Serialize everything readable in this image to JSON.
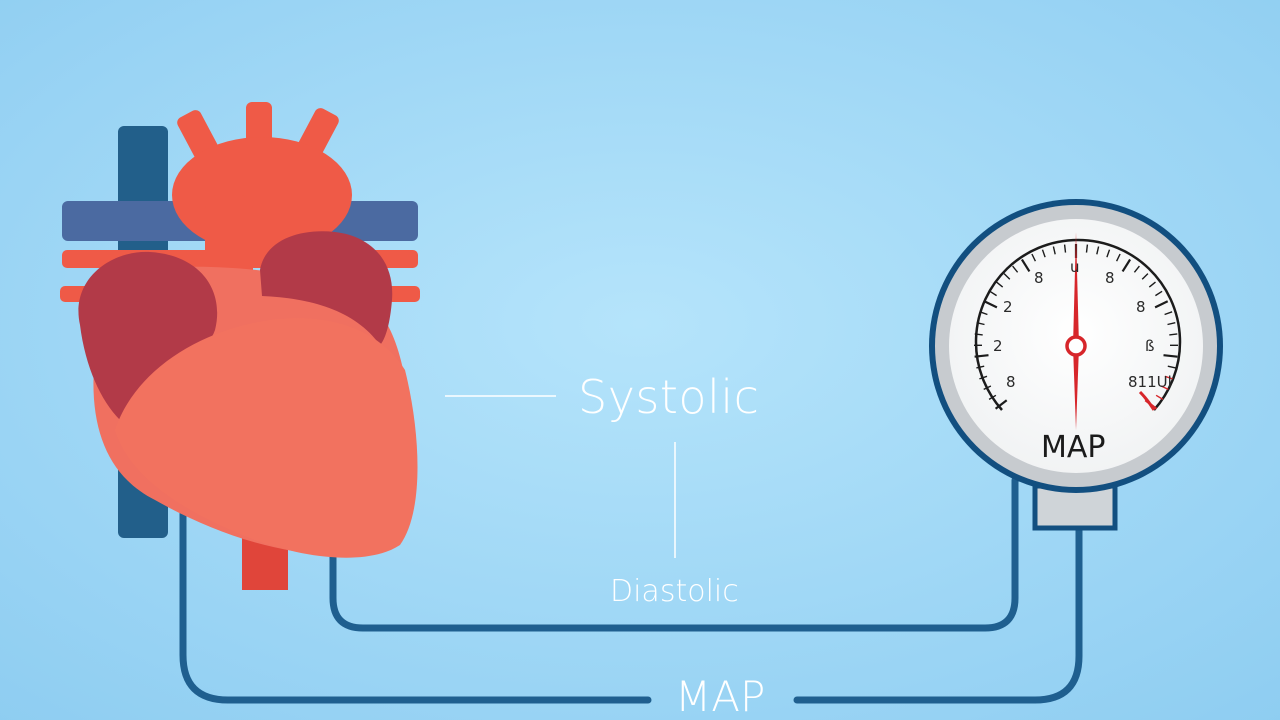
{
  "labels": {
    "systolic": "Systolic",
    "diastolic": "Diastolic",
    "map_bottom": "MAP"
  },
  "gauge": {
    "title": "MAP",
    "tick_labels": [
      "8",
      "2",
      "8",
      "2",
      "8",
      "8",
      "ß",
      "8",
      "ß",
      "8",
      "8",
      "8",
      "8",
      "811Ul"
    ],
    "face_labels": {
      "top_left": "8",
      "top_center": "u",
      "top_right": "8",
      "upper_left": "2",
      "upper_right": "8",
      "mid_left": "2",
      "mid_right": "ß",
      "lower_left": "8",
      "lower_right": "811Ul"
    }
  },
  "colors": {
    "background": "#97d3f3",
    "tube": "#1f5f8f",
    "heart_main": "#f07060",
    "heart_dark": "#b23a48",
    "artery": "#e84b3c",
    "vein_dark": "#225f8a",
    "gauge_ring": "#124f80",
    "needle": "#d7262b"
  },
  "icons": {
    "heart": "heart-illustration",
    "gauge": "blood-pressure-gauge-icon"
  }
}
